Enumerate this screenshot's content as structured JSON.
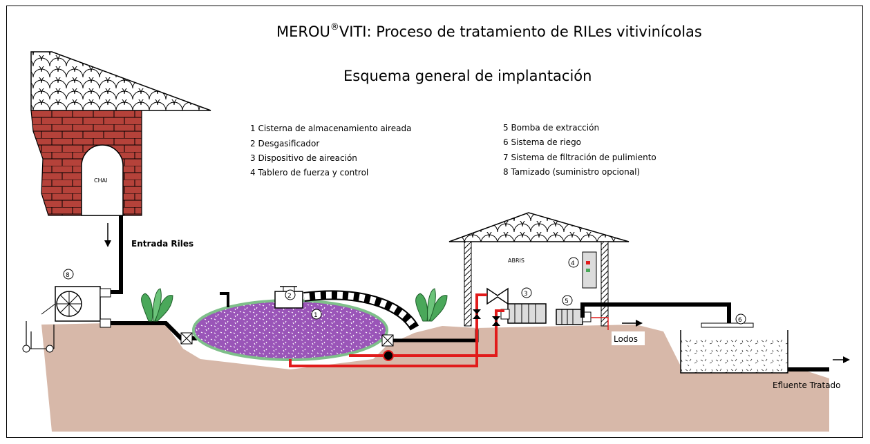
{
  "title": {
    "brand": "MEROU",
    "reg": "®",
    "rest": "VITI: Proceso de tratamiento de RILes vitivinícolas"
  },
  "subtitle": "Esquema general de implantación",
  "legend_left": [
    "1 Cisterna de almacenamiento aireada",
    "2 Desgasificador",
    "3 Dispositivo de aireación",
    "4 Tablero de fuerza y control"
  ],
  "legend_right": [
    "5 Bomba de extracción",
    "6 Sistema de riego",
    "7 Sistema de filtración de pulimiento",
    "8 Tamizado (suministro opcional)"
  ],
  "labels": {
    "chai": "CHAI",
    "abris": "ABRIS",
    "entrada": "Entrada Riles",
    "lodos": "Lodos",
    "efluente": "Efluente Tratado"
  },
  "markers": {
    "m1": "1",
    "m2": "2",
    "m3": "3",
    "m4": "4",
    "m5": "5",
    "m6": "6",
    "m8": "8"
  },
  "colors": {
    "ground": "#d7b8a9",
    "brick": "#b5423a",
    "tank": "#9a55b8",
    "tank_rim": "#7fbf8a",
    "pipe_red": "#e11b1b",
    "plant": "#4aa85a"
  }
}
